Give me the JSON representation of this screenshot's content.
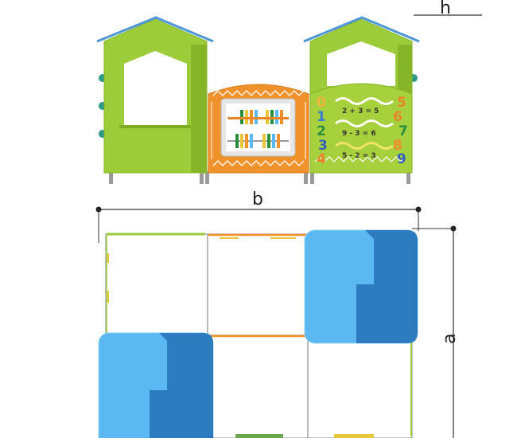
{
  "labels": {
    "height": "h",
    "width": "b",
    "depth": "a"
  },
  "number_panel": {
    "left_digits": [
      "0",
      "1",
      "2",
      "3",
      "4"
    ],
    "right_digits": [
      "5",
      "6",
      "7",
      "8",
      "9"
    ],
    "equations": [
      "2 + 3 = 5",
      "9 - 3 = 6",
      "5 - 2 = 3"
    ],
    "left_digit_colors": [
      "#f0b53a",
      "#3a7bd5",
      "#2a8f3c",
      "#2f5fb8",
      "#e8852b"
    ],
    "right_digit_colors": [
      "#e8852b",
      "#e8852b",
      "#2a8f3c",
      "#f28a2e",
      "#2f5fb8"
    ]
  },
  "colors": {
    "house_green": "#9ccc3a",
    "house_green_dark": "#7fae24",
    "roof_edge": "#4d97d6",
    "middle_orange": "#f0922b",
    "panel_green": "#a6d13d",
    "roof_blue_light": "#5cb8f0",
    "roof_blue_dark": "#2e7cc0",
    "plan_line": "#9a9a9a"
  }
}
